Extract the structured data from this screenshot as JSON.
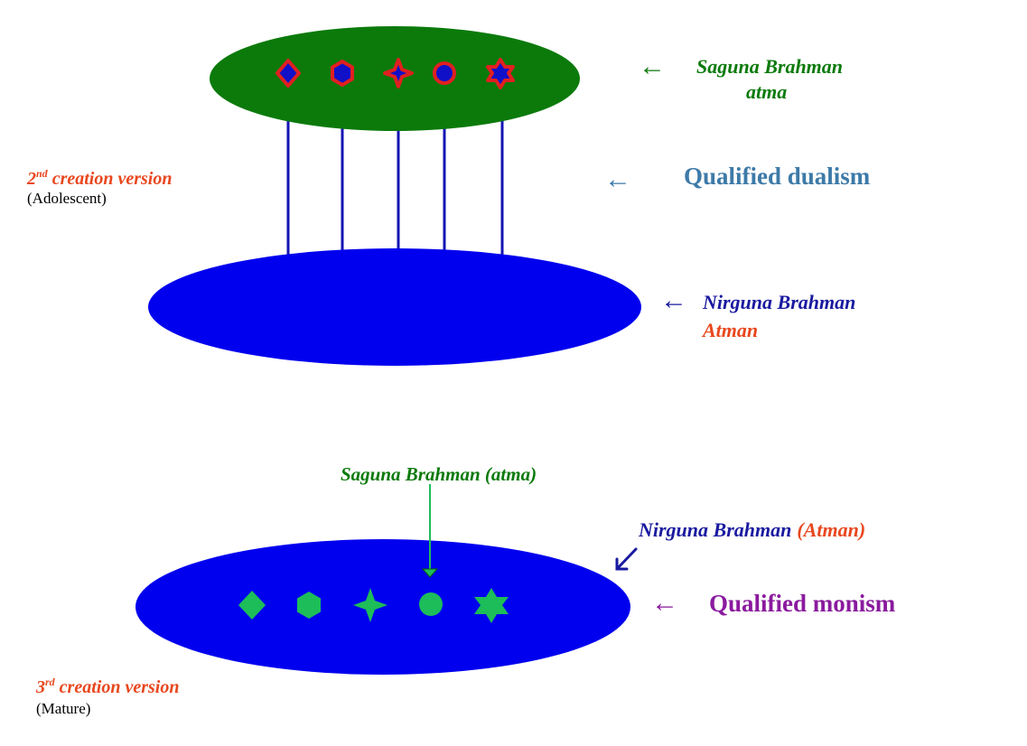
{
  "top": {
    "saguna_label_line1": "Saguna Brahman",
    "saguna_label_line2": "atma",
    "qualified_dualism": "Qualified dualism",
    "nirguna_label": "Nirguna Brahman",
    "atman_label": "Atman",
    "version_number": "2",
    "version_suffix": "nd",
    "version_text": " creation version",
    "version_stage": "(Adolescent)"
  },
  "bottom": {
    "saguna_label": "Saguna Brahman (atma)",
    "nirguna_label": "Nirguna Brahman",
    "atman_label": "(Atman)",
    "qualified_monism": "Qualified monism",
    "version_number": "3",
    "version_suffix": "rd",
    "version_text": " creation version",
    "version_stage": "(Mature)"
  },
  "arrow_glyph": "←",
  "colors": {
    "saguna_green": "#0b7a0b",
    "nirguna_blue": "#0000ee",
    "label_navy": "#1a1aa0",
    "label_orange": "#e8471e",
    "dualism_steel": "#3d7aa8",
    "monism_purple": "#8a1a9e",
    "shape_green": "#1dbd5a",
    "shape_red": "#e02020"
  }
}
